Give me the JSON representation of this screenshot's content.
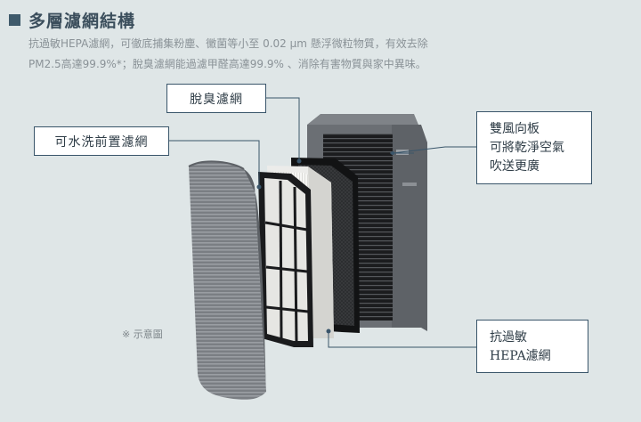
{
  "section": {
    "title": "多層濾網結構",
    "desc_line1": "抗過敏HEPA濾網，可徹底捕集粉塵、黴菌等小至 0.02 μm 懸浮微粒物質，有效去除",
    "desc_line2": "PM2.5高達99.9%*；脫臭濾網能過濾甲醛高達99.9% 、消除有害物質與家中異味。"
  },
  "labels": {
    "deodor": "脫臭濾網",
    "washable_prefilter": "可水洗前置濾網",
    "dual_wind_line1": "雙風向板",
    "dual_wind_line2": "可將乾淨空氣",
    "dual_wind_line3": "吹送更廣",
    "hepa_line1": "抗過敏",
    "hepa_line2": "HEPA濾網"
  },
  "note": "※ 示意圖",
  "colors": {
    "background": "#dfe6e7",
    "accent": "#39556a",
    "purifier_body": "#6d7176",
    "prefilter": "#777b80"
  }
}
